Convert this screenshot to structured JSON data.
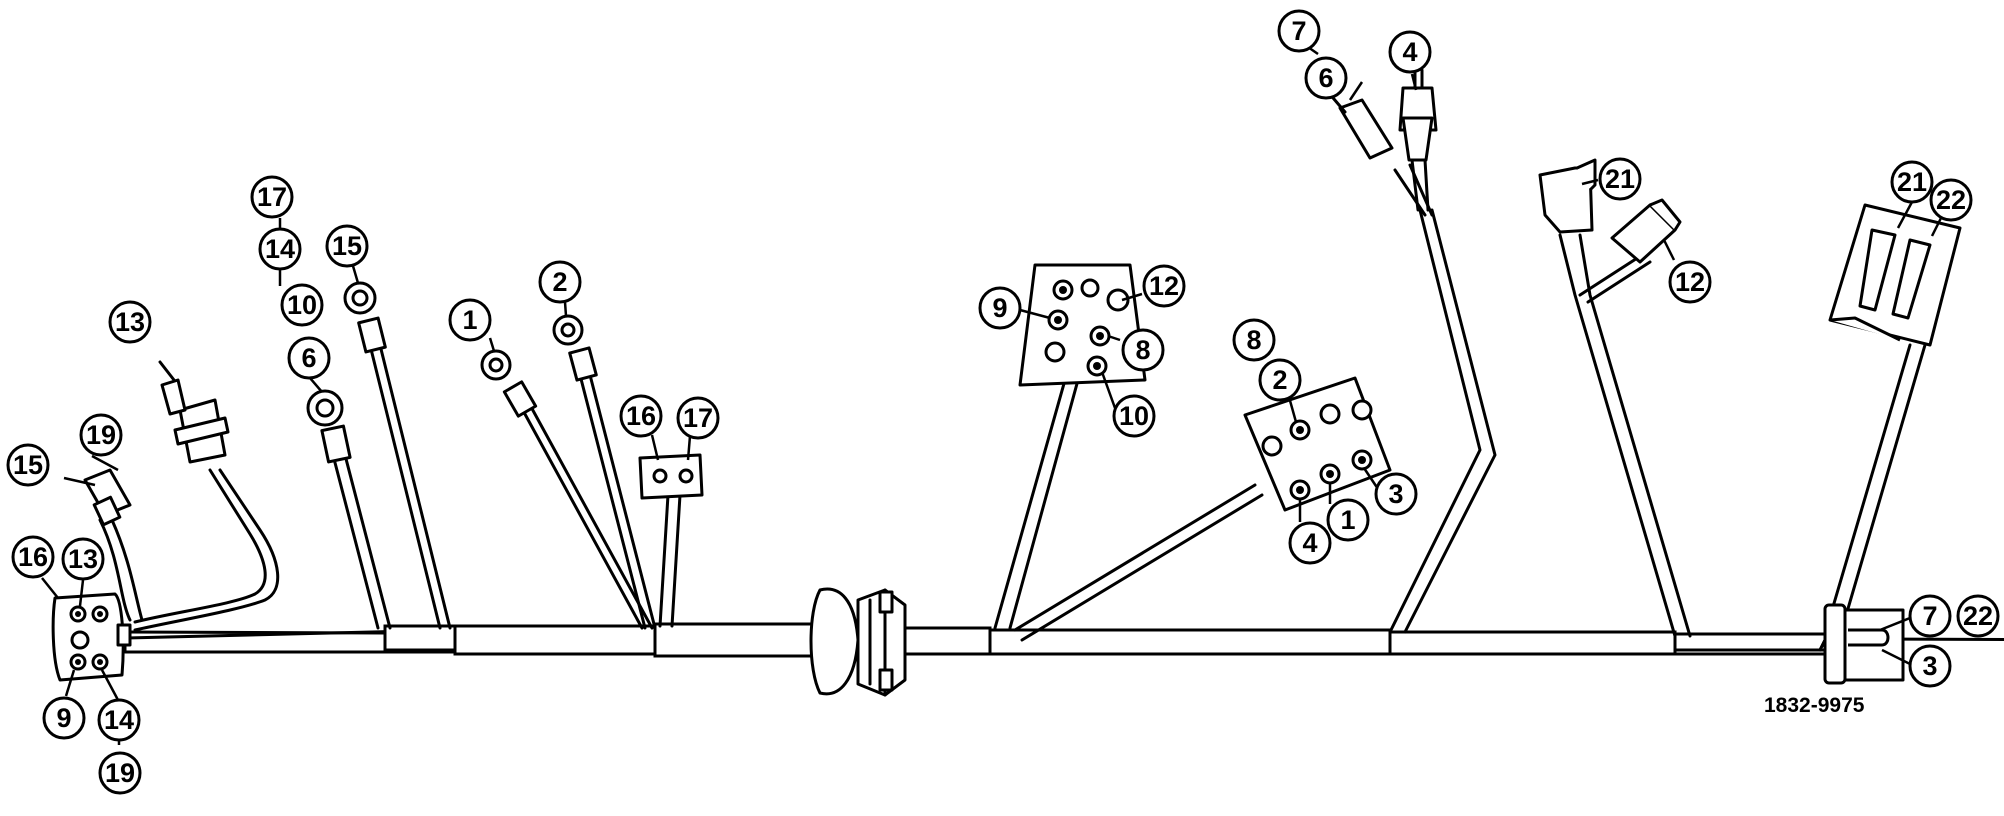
{
  "figure": {
    "reference_number": "1832-9975",
    "callouts": {
      "left_connector": [
        "15",
        "19",
        "16",
        "13",
        "9",
        "14",
        "19"
      ],
      "bulb_socket": [
        "13"
      ],
      "eyelet_stack": [
        "17",
        "14",
        "10",
        "6"
      ],
      "eyelet_single": [
        "15"
      ],
      "eyelets_center": [
        "1",
        "2"
      ],
      "small_plug": [
        "16",
        "17"
      ],
      "block_connector_upper": [
        "9",
        "12",
        "8",
        "10"
      ],
      "block_connector_lower": [
        "8",
        "2",
        "3",
        "1",
        "4"
      ],
      "spade_terminals": [
        "7",
        "6",
        "4"
      ],
      "angled_caps": [
        "21",
        "12"
      ],
      "two_pin_plug": [
        "21",
        "22"
      ],
      "end_plug": [
        "7",
        "22",
        "3"
      ]
    }
  }
}
